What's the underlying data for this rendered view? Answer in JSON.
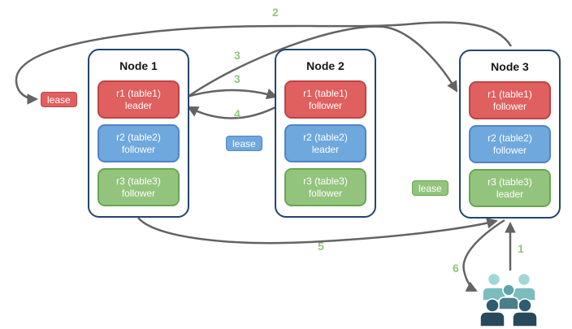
{
  "nodes": [
    {
      "title": "Node 1",
      "replicas": [
        {
          "label": "r1 (table1)",
          "role": "leader"
        },
        {
          "label": "r2 (table2)",
          "role": "follower"
        },
        {
          "label": "r3 (table3)",
          "role": "follower"
        }
      ]
    },
    {
      "title": "Node 2",
      "replicas": [
        {
          "label": "r1 (table1)",
          "role": "follower"
        },
        {
          "label": "r2 (table2)",
          "role": "leader"
        },
        {
          "label": "r3 (table3)",
          "role": "follower"
        }
      ]
    },
    {
      "title": "Node 3",
      "replicas": [
        {
          "label": "r1 (table1)",
          "role": "follower"
        },
        {
          "label": "r2 (table2)",
          "role": "follower"
        },
        {
          "label": "r3 (table3)",
          "role": "leader"
        }
      ]
    }
  ],
  "leases": {
    "table1": "lease",
    "table2": "lease",
    "table3": "lease"
  },
  "steps": {
    "s1": "1",
    "s2": "2",
    "s3a": "3",
    "s3b": "3",
    "s4": "4",
    "s5": "5",
    "s6": "6"
  },
  "icons": {
    "clients": "users-group-icon"
  },
  "colors": {
    "node_border": "#24456b",
    "replica_red": "#e05f5f",
    "replica_red_border": "#c04343",
    "replica_blue": "#6fa8dc",
    "replica_blue_border": "#5183c8",
    "replica_green": "#93c47d",
    "replica_green_border": "#69a552",
    "arrow": "#636363",
    "step_label": "#93c47d",
    "client_light_head": "#a3d6d7",
    "client_light_body": "#7cbcbf",
    "client_mid_head": "#5da3a9",
    "client_mid_body": "#4b7e8b",
    "client_dark_head": "#2f5d70",
    "client_dark_body": "#27495b"
  }
}
